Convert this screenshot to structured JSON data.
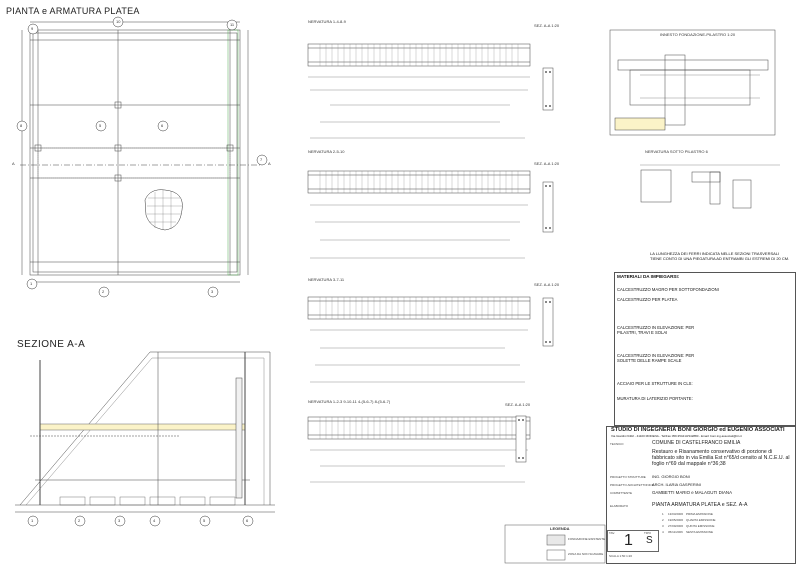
{
  "drawing": {
    "plan_title": "PIANTA e ARMATURA PLATEA",
    "section_title": "SEZIONE A-A",
    "grid_labels": [
      "9",
      "10",
      "11",
      "8",
      "5",
      "6",
      "7",
      "1",
      "2",
      "3"
    ],
    "section_labels": [
      "A",
      "A"
    ],
    "section_bubbles": [
      "1",
      "2",
      "3",
      "4",
      "5",
      "6"
    ],
    "ribs": [
      {
        "title": "NERVATURA 1-4-8-9",
        "sec": "SEZ. A-A 1:20"
      },
      {
        "title": "NERVATURA 2-5-10",
        "sec": "SEZ. A-A 1:20"
      },
      {
        "title": "NERVATURA 3-7-11",
        "sec": "SEZ. A-A 1:20"
      },
      {
        "title": "NERVATURA 1-2-3 9-10-11 4-(5-6-7) 8-(5-6-7)",
        "sec": "SEZ. A-A 1:20"
      }
    ],
    "detail_title": "INNESTO FONDAZIONE-PILASTRO 1:20",
    "pillar_detail_title": "NERVATURA SOTTO PILASTRO 6",
    "legend_title": "LEGENDA",
    "legend_items": [
      "FONDAZIONE ESISTENTE",
      "ZONA DA NON SCAVARE"
    ]
  },
  "notes": {
    "rebar_note": "LA LUNGHEZZA DEI FERRI INDICATA NELLE SEZIONI TRASVERSALI TIENE CONTO DI UNA PIEGATURA AD ENTRAMBI GLI ESTREMI DI 20 CM."
  },
  "materials": {
    "title": "MATERIALI DA IMPIEGARSI:",
    "items": [
      "CALCESTRUZZO MAGRO PER SOTTOFONDAZIONI",
      "CALCESTRUZZO PER PLATEA",
      "CALCESTRUZZO IN ELEVAZIONE: PER PILASTRI, TRAVI E SOLAI",
      "CALCESTRUZZO IN ELEVAZIONE: PER SOLETTE DELLE RAMPE SCALE",
      "ACCIAIO PER LE STRUTTURE IN CLS:",
      "MURATURA DI LATERIZIO PORTANTE:"
    ]
  },
  "title_block": {
    "studio": "STUDIO DI INGEGNERIA BONI GIORGIO ed EUGENIO ASSOCIATI",
    "address": "Via Giardini 6402 - 41100 MODENA - Tel/Fax 059.354413/342880 - Email: boni.ing.associati@tin.it",
    "client_label": "TECNICO",
    "comune": "COMUNE DI CASTELFRANCO EMILIA",
    "project": "Restauro e Risanamento conservativo di porzione di fabbricato sito in via Emilia Est n°65/d censito al N.C.E.U. al foglio n°69 dal mappale n°36;38",
    "rows": [
      {
        "label": "PROGETTO STRUTTURE",
        "value": "ING. GIORGIO BONI"
      },
      {
        "label": "PROGETTO ARCHITETTONICO",
        "value": "ARCH. ILARIA GASPERINI"
      },
      {
        "label": "COMMITTENTE",
        "value": "GAMBETTI MARIO  e  MALAGUTI DIANA"
      }
    ],
    "elaborato_label": "ELABORATO",
    "elaborato": "PIANTA ARMATURA PLATEA e SEZ. A-A",
    "revisions": [
      {
        "n": "1",
        "date": "13/03/2006",
        "desc": "PRIMA EMISSIONE"
      },
      {
        "n": "2",
        "date": "19/05/2006",
        "desc": "QUARTA EMISSIONE"
      },
      {
        "n": "3",
        "date": "27/09/2006",
        "desc": "QUINTA EMISSIONE"
      },
      {
        "n": "4",
        "date": "05/11/2006",
        "desc": "SESTA EMISSIONE"
      }
    ],
    "tav_label": "TAV.",
    "tav": "1",
    "tipo_label": "TIPO",
    "tipo": "S",
    "scale": "SCALA  1:50  1:20"
  }
}
